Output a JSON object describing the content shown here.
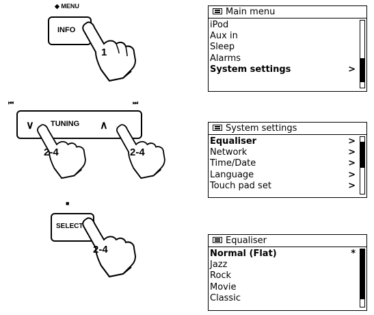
{
  "info_group": {
    "top_label": "◆ MENU",
    "button_label": "INFO",
    "step": "1"
  },
  "tuning_group": {
    "left_label": "⏮",
    "right_label": "⏭",
    "down_symbol": "∨",
    "button_label": "TUNING",
    "up_symbol": "∧",
    "step_left": "2-4",
    "step_right": "2-4"
  },
  "select_group": {
    "top_label": "■",
    "button_label": "SELECT",
    "step": "2-4"
  },
  "screens": [
    {
      "title": "Main menu",
      "items": [
        {
          "label": "iPod",
          "selected": false,
          "mark": ""
        },
        {
          "label": "Aux in",
          "selected": false,
          "mark": ""
        },
        {
          "label": "Sleep",
          "selected": false,
          "mark": ""
        },
        {
          "label": "Alarms",
          "selected": false,
          "mark": ""
        },
        {
          "label": "System settings",
          "selected": true,
          "mark": ">"
        }
      ],
      "scroll": {
        "position": 0.85,
        "size": 0.35
      }
    },
    {
      "title": "System settings",
      "items": [
        {
          "label": "Equaliser",
          "selected": true,
          "mark": ">"
        },
        {
          "label": "Network",
          "selected": false,
          "mark": ">"
        },
        {
          "label": "Time/Date",
          "selected": false,
          "mark": ">"
        },
        {
          "label": "Language",
          "selected": false,
          "mark": ">"
        },
        {
          "label": "Touch pad set",
          "selected": false,
          "mark": ">"
        }
      ],
      "scroll": {
        "position": 0.15,
        "size": 0.45
      }
    },
    {
      "title": "Equaliser",
      "items": [
        {
          "label": "Normal (Flat)",
          "selected": true,
          "mark": "*"
        },
        {
          "label": "Jazz",
          "selected": false,
          "mark": ""
        },
        {
          "label": "Rock",
          "selected": false,
          "mark": ""
        },
        {
          "label": "Movie",
          "selected": false,
          "mark": ""
        },
        {
          "label": "Classic",
          "selected": false,
          "mark": ""
        }
      ],
      "scroll": {
        "position": 0.0,
        "size": 0.85
      }
    }
  ]
}
